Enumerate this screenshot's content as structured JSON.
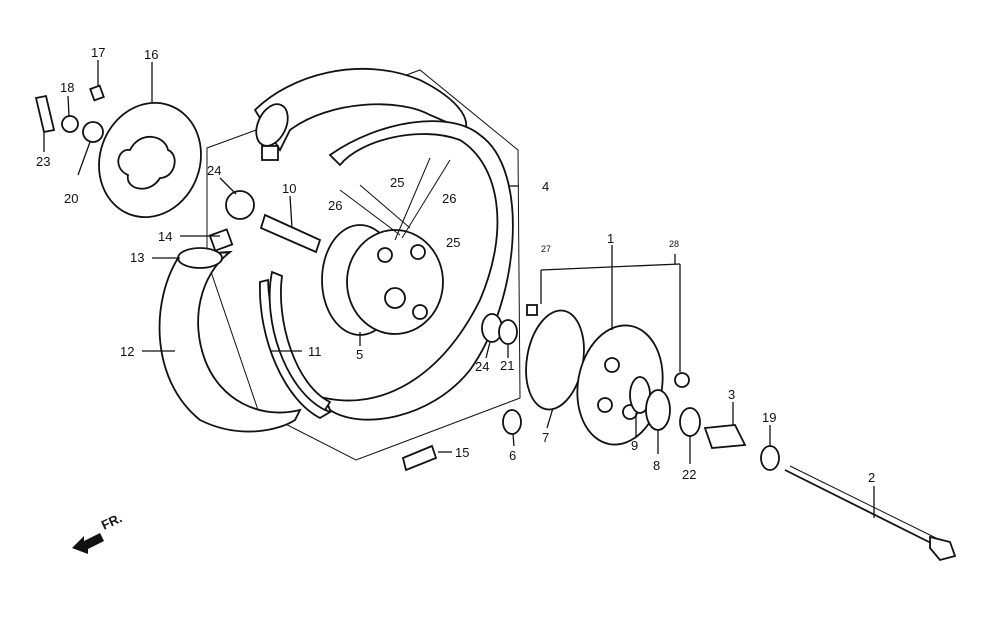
{
  "callouts": [
    {
      "id": "p17",
      "text": "17"
    },
    {
      "id": "p16",
      "text": "16"
    },
    {
      "id": "p18",
      "text": "18"
    },
    {
      "id": "p23",
      "text": "23"
    },
    {
      "id": "p20",
      "text": "20"
    },
    {
      "id": "p24a",
      "text": "24"
    },
    {
      "id": "p10",
      "text": "10"
    },
    {
      "id": "p14",
      "text": "14"
    },
    {
      "id": "p13",
      "text": "13"
    },
    {
      "id": "p12",
      "text": "12"
    },
    {
      "id": "p11",
      "text": "11"
    },
    {
      "id": "p5",
      "text": "5"
    },
    {
      "id": "p25a",
      "text": "25"
    },
    {
      "id": "p26a",
      "text": "26"
    },
    {
      "id": "p26b",
      "text": "26"
    },
    {
      "id": "p25b",
      "text": "25"
    },
    {
      "id": "p4",
      "text": "4"
    },
    {
      "id": "p27",
      "text": "27"
    },
    {
      "id": "p1",
      "text": "1"
    },
    {
      "id": "p28",
      "text": "28"
    },
    {
      "id": "p24b",
      "text": "24"
    },
    {
      "id": "p21",
      "text": "21"
    },
    {
      "id": "p7",
      "text": "7"
    },
    {
      "id": "p6",
      "text": "6"
    },
    {
      "id": "p15",
      "text": "15"
    },
    {
      "id": "p9",
      "text": "9"
    },
    {
      "id": "p8",
      "text": "8"
    },
    {
      "id": "p22",
      "text": "22"
    },
    {
      "id": "p3",
      "text": "3"
    },
    {
      "id": "p19",
      "text": "19"
    },
    {
      "id": "p2",
      "text": "2"
    }
  ],
  "front_marker": {
    "text": "FR."
  }
}
